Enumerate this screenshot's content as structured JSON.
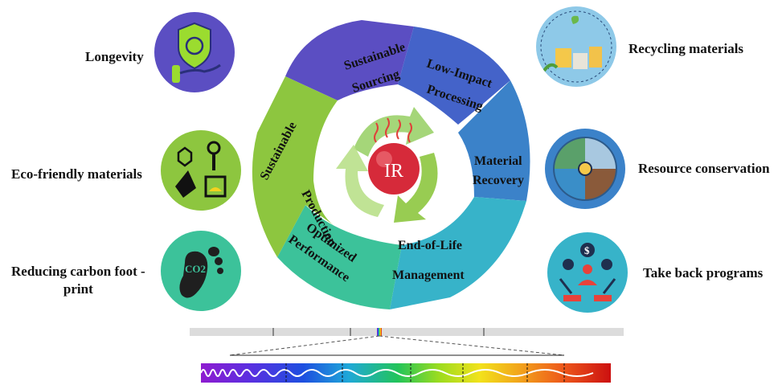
{
  "center": {
    "label": "IR"
  },
  "segments": [
    {
      "id": "sourcing",
      "lines": [
        "Sustainable",
        "Sourcing"
      ],
      "color": "#5b4ec2"
    },
    {
      "id": "processing",
      "lines": [
        "Low-Impact",
        "Processing"
      ],
      "color": "#4463c9"
    },
    {
      "id": "recovery",
      "lines": [
        "Material",
        "Recovery"
      ],
      "color": "#3b82c9"
    },
    {
      "id": "eol",
      "lines": [
        "End-of-Life",
        "Management"
      ],
      "color": "#37b3c9"
    },
    {
      "id": "performance",
      "lines": [
        "Optimized",
        "Performance"
      ],
      "color": "#3cc29a"
    },
    {
      "id": "production",
      "lines": [
        "Sustainable",
        "Production"
      ],
      "color": "#8dc63f"
    }
  ],
  "left_items": [
    {
      "label": "Longevity",
      "icon": "shield-hand-icon",
      "color": "#5b4ec2"
    },
    {
      "label": "Eco-friendly materials",
      "icon": "lab-flask-icon",
      "color": "#8dc63f"
    },
    {
      "label_lines": [
        "Reducing carbon foot -",
        "print"
      ],
      "icon": "co2-footprint-icon",
      "color": "#3cc29a"
    }
  ],
  "right_items": [
    {
      "label": "Recycling materials",
      "icon": "recycling-bins-icon",
      "color": "#4463c9"
    },
    {
      "label": "Resource conservation",
      "icon": "resource-quadrant-icon",
      "color": "#3b82c9"
    },
    {
      "label": "Take back programs",
      "icon": "hands-dollar-icon",
      "color": "#37b3c9"
    }
  ],
  "footprint_text": "CO2",
  "dollar_text": "$",
  "spectrum": {
    "colors": [
      "#8e1bd0",
      "#5a2fe0",
      "#1d4fe0",
      "#1fa8d8",
      "#22c45a",
      "#9bdc1f",
      "#f2e21b",
      "#f2a21b",
      "#ee5a1b",
      "#cc1010"
    ]
  }
}
